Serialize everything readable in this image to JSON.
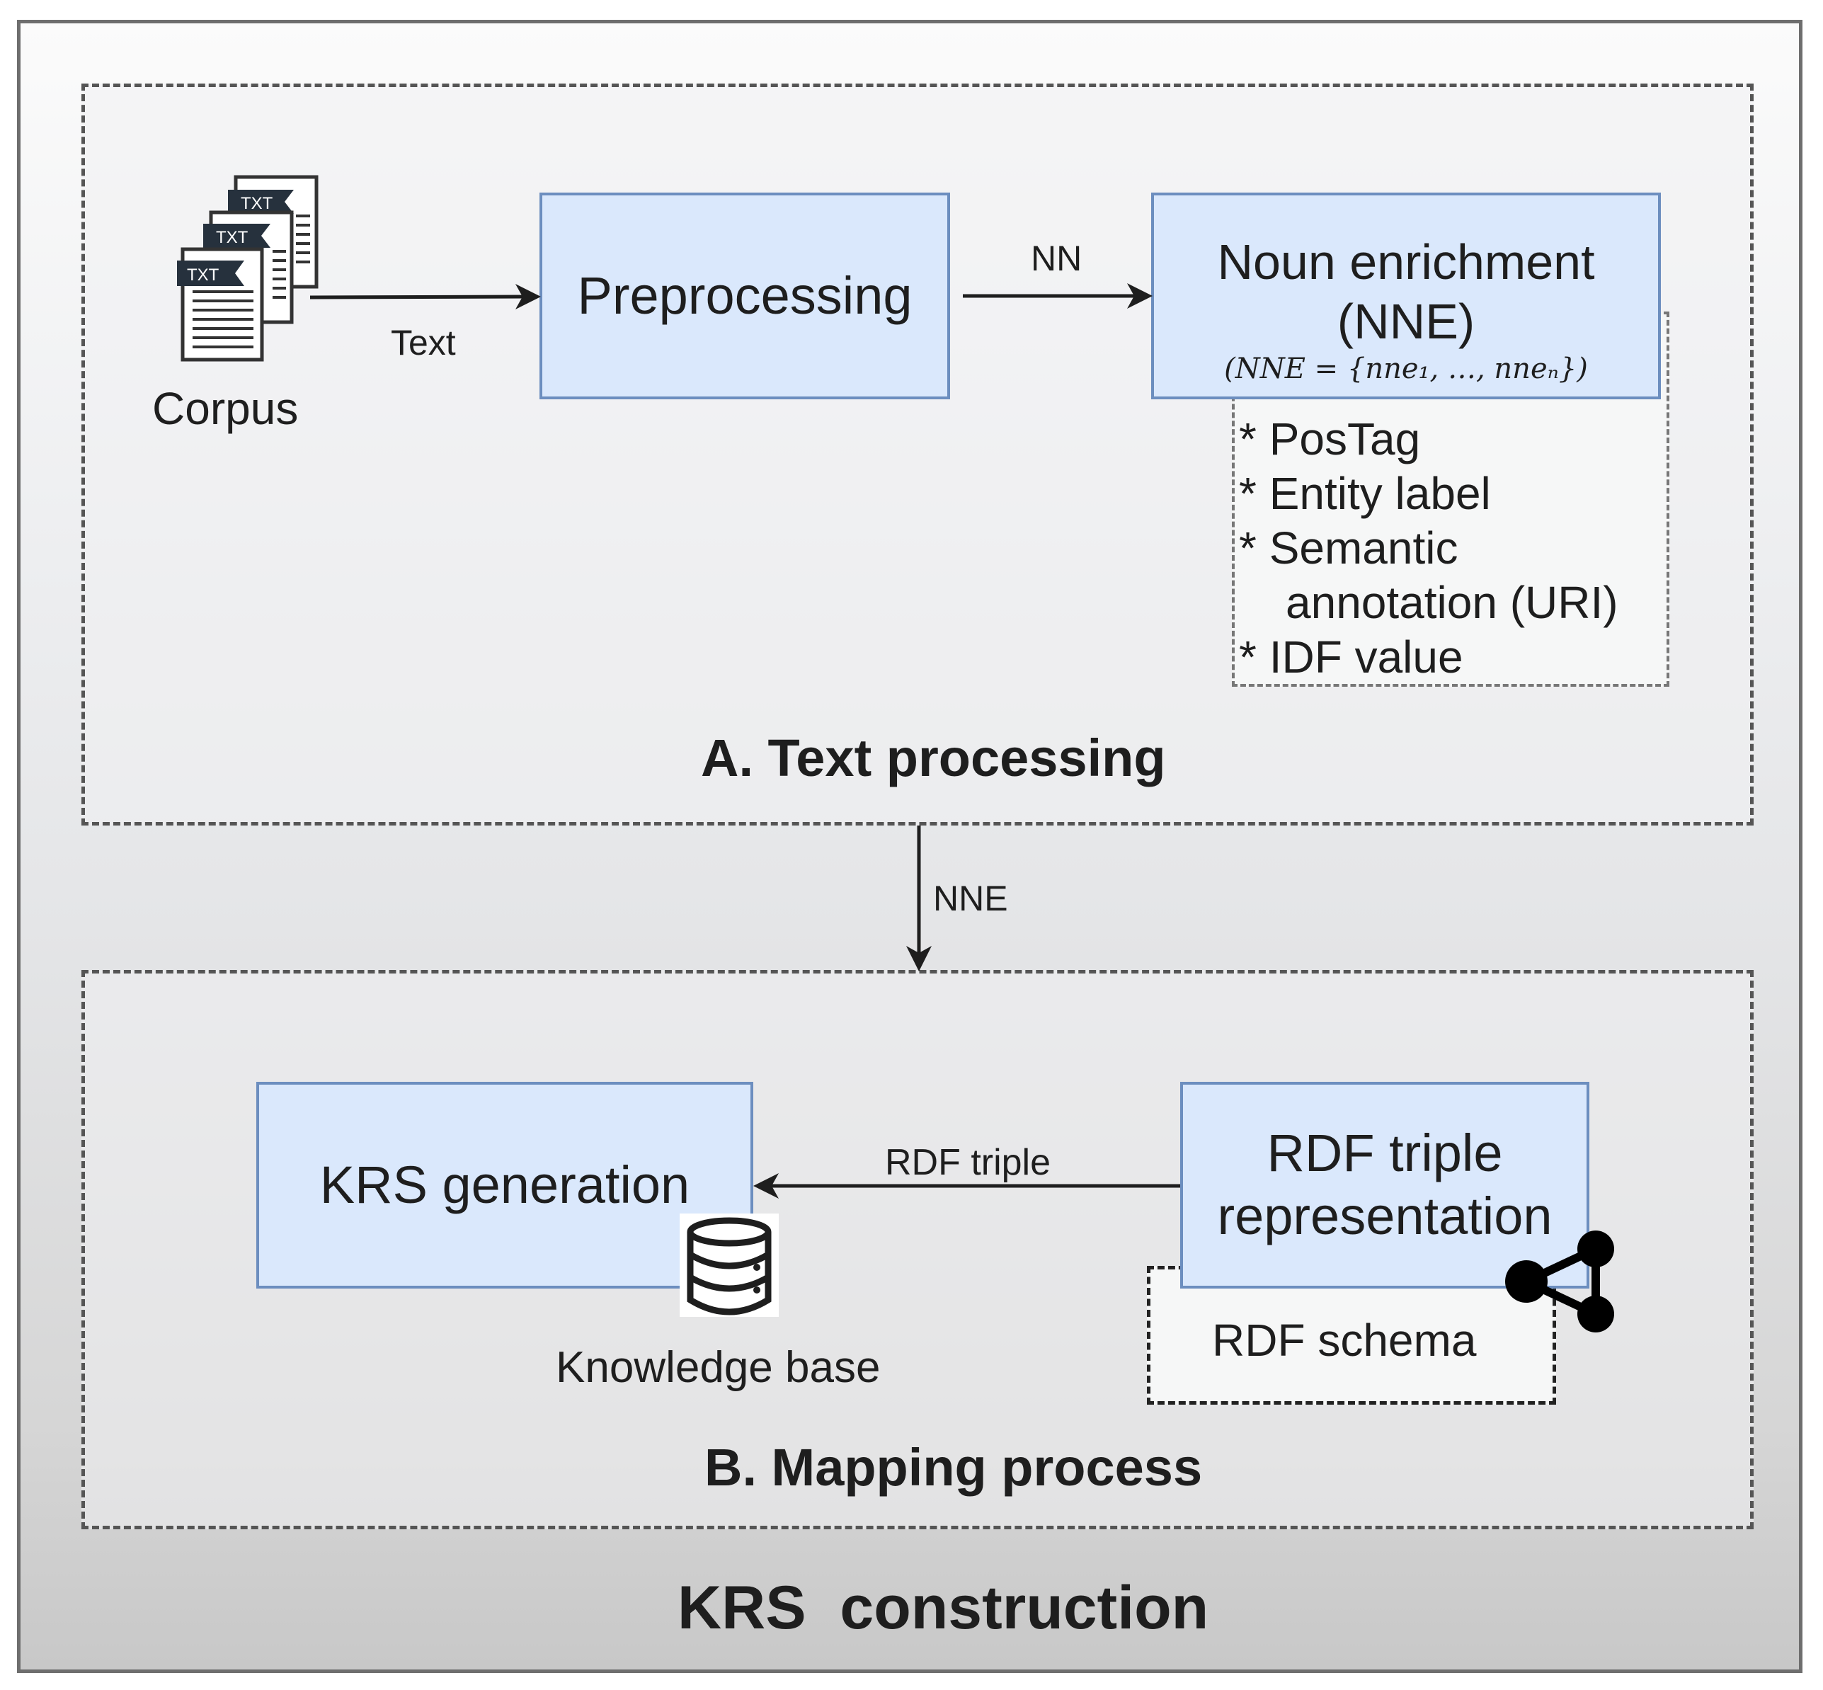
{
  "outer_title": "KRS  construction",
  "section_a": {
    "title": "A. Text processing",
    "corpus_label": "Corpus",
    "doc_icon_label": "TXT",
    "edge_text_label": "Text",
    "preprocessing_label": "Preprocessing",
    "edge_nn_label": "NN",
    "nne_label_line1": "Noun enrichment",
    "nne_label_line2": "(NNE)",
    "nne_formula": "(NNE = {nne₁, …, nneₙ})",
    "attributes": [
      "* PosTag",
      "* Entity label",
      "* Semantic",
      "annotation (URI)",
      "* IDF value"
    ]
  },
  "edge_between_sections_label": "NNE",
  "section_b": {
    "title": "B. Mapping process",
    "krs_label": "KRS generation",
    "knowledge_base_label": "Knowledge base",
    "edge_rdf_label": "RDF triple",
    "rdf_box_line1": "RDF triple",
    "rdf_box_line2": "representation",
    "rdf_schema_label": "RDF schema"
  },
  "icons": [
    "document-stack-icon",
    "database-icon",
    "share-icon"
  ],
  "colors": {
    "box_fill": "#dae8fc",
    "box_border": "#6c8ebf"
  }
}
